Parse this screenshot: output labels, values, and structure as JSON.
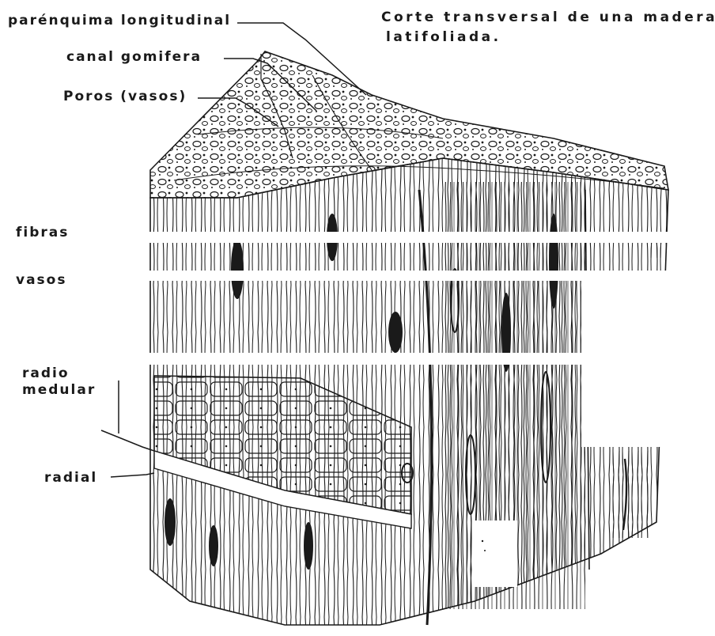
{
  "title": {
    "line1": "Corte transversal de una madera",
    "line2": "latifoliada."
  },
  "labels": {
    "parenquima": "parénquima longitudinal",
    "canal": "canal gomifera",
    "poros": "Poros (vasos)",
    "fibras": "fibras",
    "vasos": "vasos",
    "radio1": "radio",
    "radio2": "medular",
    "radial": "radial"
  },
  "colors": {
    "ink": "#1a1a1a",
    "background": "#ffffff"
  }
}
